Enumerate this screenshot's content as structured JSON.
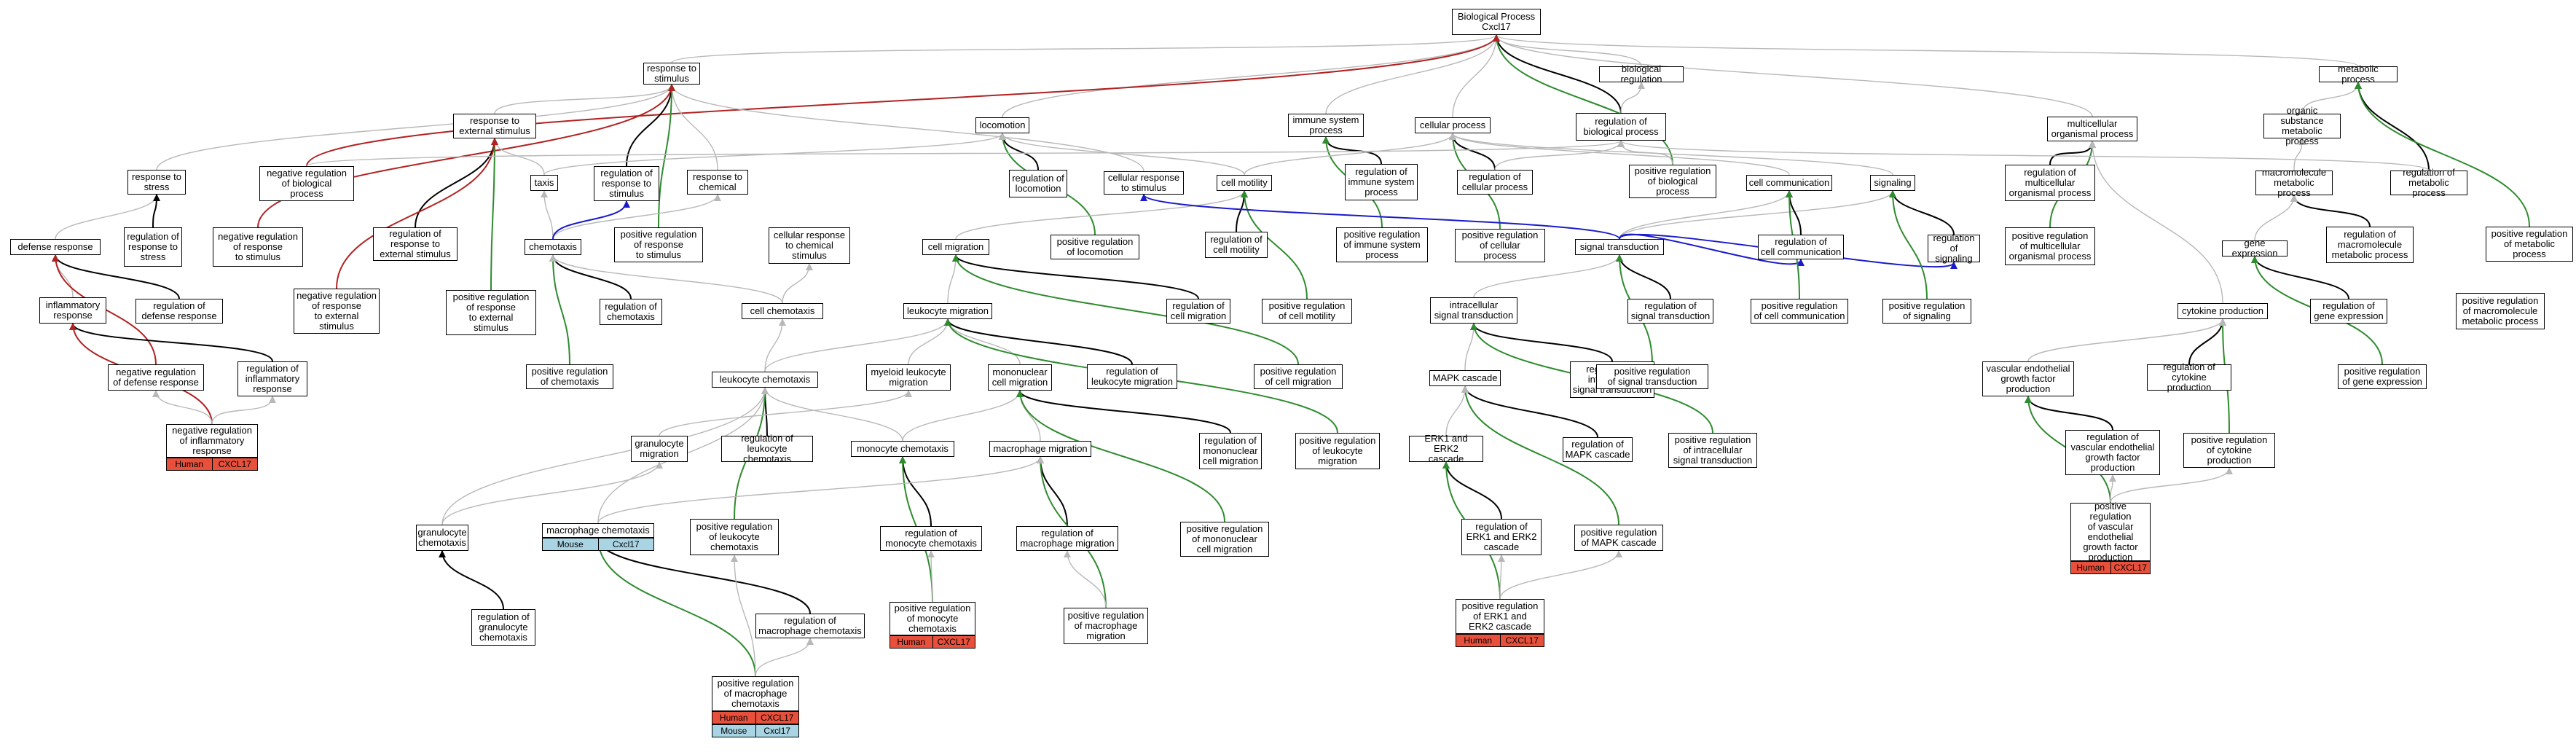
{
  "colors": {
    "is_a": "#b8b8b8",
    "part_of": "#000000",
    "positively_regulates": "#2e8b2e",
    "negatively_regulates": "#b22222",
    "regulates": "#1a1acc",
    "human_tag": "#e8503c",
    "mouse_tag": "#a9d4e3"
  },
  "nodes": {
    "bp": "Biological Process\nCxcl17",
    "response_to_stimulus": "response to\nstimulus",
    "biological_regulation": "biological regulation",
    "metabolic_process": "metabolic process",
    "resp_ext_stim": "response to\nexternal stimulus",
    "locomotion": "locomotion",
    "immune_system_process": "immune system\nprocess",
    "cellular_process": "cellular process",
    "reg_bio_process": "regulation of\nbiological process",
    "multicellular_org_process": "multicellular\norganismal process",
    "organic_substance_metabolic": "organic substance\nmetabolic process",
    "response_to_stress": "response to\nstress",
    "neg_reg_bio_process": "negative regulation\nof biological\nprocess",
    "taxis": "taxis",
    "reg_resp_to_stimulus": "regulation of\nresponse to\nstimulus",
    "response_to_chemical": "response to\nchemical",
    "reg_locomotion": "regulation of\nlocomotion",
    "cellular_resp_to_stimulus": "cellular response\nto stimulus",
    "reg_immune_system_process": "regulation of\nimmune system\nprocess",
    "cell_motility": "cell motility",
    "reg_cellular_process": "regulation of\ncellular process",
    "pos_reg_bio_process": "positive regulation\nof biological\nprocess",
    "cell_communication": "cell communication",
    "signaling": "signaling",
    "reg_multicellular_org_process": "regulation of\nmulticellular\norganismal process",
    "macromolecule_metabolic": "macromolecule\nmetabolic process",
    "reg_metabolic_process": "regulation of\nmetabolic process",
    "defense_response": "defense response",
    "reg_resp_to_stress": "regulation of\nresponse to\nstress",
    "neg_reg_resp_to_stimulus": "negative regulation\nof response\nto stimulus",
    "reg_resp_ext_stim": "regulation of\nresponse to\nexternal stimulus",
    "chemotaxis": "chemotaxis",
    "pos_reg_resp_to_stimulus": "positive regulation\nof response\nto stimulus",
    "cellular_resp_chemical": "cellular response\nto chemical\nstimulus",
    "cell_migration": "cell migration",
    "pos_reg_locomotion": "positive regulation\nof locomotion",
    "reg_cell_motility": "regulation of\ncell motility",
    "pos_reg_immune_system_process": "positive regulation\nof immune system\nprocess",
    "pos_reg_cellular_process": "positive regulation\nof cellular\nprocess",
    "signal_transduction": "signal transduction",
    "reg_cell_communication": "regulation of\ncell communication",
    "reg_signaling": "regulation of\nsignaling",
    "pos_reg_multicellular_org_process": "positive regulation\nof multicellular\norganismal process",
    "gene_expression": "gene expression",
    "reg_macromolecule_metabolic": "regulation of\nmacromolecule\nmetabolic process",
    "pos_reg_metabolic_process": "positive regulation\nof metabolic\nprocess",
    "inflammatory_response": "inflammatory\nresponse",
    "reg_defense_response": "regulation of\ndefense response",
    "neg_reg_resp_ext_stim": "negative regulation\nof response\nto external\nstimulus",
    "pos_reg_resp_ext_stim": "positive regulation\nof response\nto external\nstimulus",
    "reg_chemotaxis": "regulation of\nchemotaxis",
    "cell_chemotaxis": "cell chemotaxis",
    "leukocyte_migration": "leukocyte migration",
    "reg_cell_migration": "regulation of\ncell migration",
    "pos_reg_cell_motility": "positive regulation\nof cell motility",
    "intracellular_signal_transduction": "intracellular\nsignal transduction",
    "reg_signal_transduction": "regulation of\nsignal transduction",
    "pos_reg_cell_communication": "positive regulation\nof cell communication",
    "pos_reg_signaling": "positive regulation\nof signaling",
    "cytokine_production": "cytokine production",
    "reg_gene_expression": "regulation of\ngene expression",
    "pos_reg_macromolecule_metabolic": "positive regulation\nof macromolecule\nmetabolic process",
    "neg_reg_defense_response": "negative regulation\nof defense response",
    "reg_inflammatory_response": "regulation of\ninflammatory\nresponse",
    "pos_reg_chemotaxis": "positive regulation\nof chemotaxis",
    "leukocyte_chemotaxis": "leukocyte chemotaxis",
    "myeloid_leukocyte_migration": "myeloid leukocyte\nmigration",
    "mononuclear_cell_migration": "mononuclear\ncell migration",
    "reg_leukocyte_migration": "regulation of\nleukocyte migration",
    "pos_reg_cell_migration": "positive regulation\nof cell migration",
    "mapk_cascade": "MAPK cascade",
    "reg_intracellular_signal_transduction": "regulation of\nintracellular\nsignal transduction",
    "pos_reg_signal_transduction": "positive regulation\nof signal transduction",
    "vegf_production": "vascular endothelial\ngrowth factor\nproduction",
    "reg_cytokine_production": "regulation of\ncytokine production",
    "pos_reg_gene_expression": "positive regulation\nof gene expression",
    "neg_reg_inflammatory_response": "negative regulation\nof inflammatory\nresponse",
    "granulocyte_migration": "granulocyte\nmigration",
    "reg_leukocyte_chemotaxis": "regulation of\nleukocyte chemotaxis",
    "monocyte_chemotaxis": "monocyte chemotaxis",
    "macrophage_migration": "macrophage migration",
    "reg_mononuclear_cell_migration": "regulation of\nmononuclear\ncell migration",
    "pos_reg_leukocyte_migration": "positive regulation\nof leukocyte\nmigration",
    "erk_cascade": "ERK1 and ERK2\ncascade",
    "reg_mapk_cascade": "regulation of\nMAPK cascade",
    "pos_reg_intracellular_signal_transduction": "positive regulation\nof intracellular\nsignal transduction",
    "reg_vegf_production": "regulation of\nvascular endothelial\ngrowth factor\nproduction",
    "pos_reg_cytokine_production": "positive regulation\nof cytokine\nproduction",
    "granulocyte_chemotaxis": "granulocyte\nchemotaxis",
    "macrophage_chemotaxis": "macrophage chemotaxis",
    "pos_reg_leukocyte_chemotaxis": "positive regulation\nof leukocyte\nchemotaxis",
    "reg_monocyte_chemotaxis": "regulation of\nmonocyte chemotaxis",
    "reg_macrophage_migration": "regulation of\nmacrophage migration",
    "pos_reg_mononuclear_cell_migration": "positive regulation\nof mononuclear\ncell migration",
    "reg_erk_cascade": "regulation of\nERK1 and ERK2\ncascade",
    "pos_reg_mapk_cascade": "positive regulation\nof MAPK cascade",
    "pos_reg_vegf_production": "positive regulation\nof vascular\nendothelial\ngrowth factor\nproduction",
    "reg_granulocyte_chemotaxis": "regulation of\ngranulocyte\nchemotaxis",
    "reg_macrophage_chemotaxis": "regulation of\nmacrophage chemotaxis",
    "pos_reg_monocyte_chemotaxis": "positive regulation\nof monocyte\nchemotaxis",
    "pos_reg_macrophage_migration": "positive regulation\nof macrophage\nmigration",
    "pos_reg_erk_cascade": "positive regulation\nof ERK1 and\nERK2 cascade",
    "pos_reg_macrophage_chemotaxis": "positive regulation\nof macrophage\nchemotaxis"
  },
  "tags": {
    "neg_reg_inflammatory_response": [
      {
        "species": "Human",
        "gene": "CXCL17"
      }
    ],
    "macrophage_chemotaxis": [
      {
        "species": "Mouse",
        "gene": "Cxcl17"
      }
    ],
    "pos_reg_monocyte_chemotaxis": [
      {
        "species": "Human",
        "gene": "CXCL17"
      }
    ],
    "pos_reg_erk_cascade": [
      {
        "species": "Human",
        "gene": "CXCL17"
      }
    ],
    "pos_reg_vegf_production": [
      {
        "species": "Human",
        "gene": "CXCL17"
      }
    ],
    "pos_reg_macrophage_chemotaxis": [
      {
        "species": "Human",
        "gene": "CXCL17"
      },
      {
        "species": "Mouse",
        "gene": "Cxcl17"
      }
    ]
  }
}
